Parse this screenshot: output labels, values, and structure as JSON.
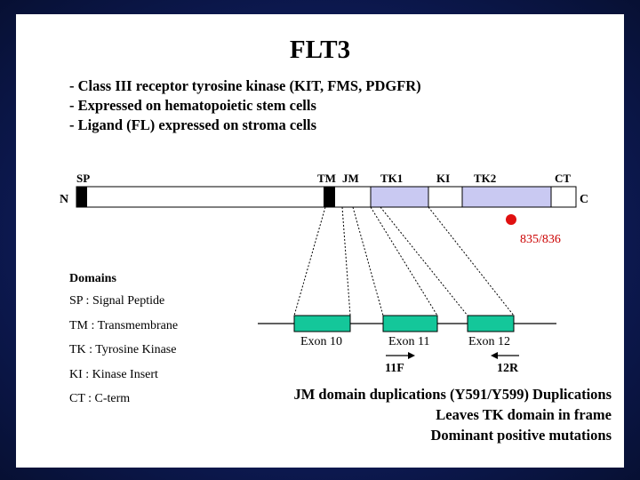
{
  "title": "FLT3",
  "bullets": [
    "- Class III receptor tyrosine kinase (KIT, FMS, PDGFR)",
    "- Expressed on hematopoietic stem cells",
    "- Ligand (FL) expressed on stroma cells"
  ],
  "protein": {
    "n_label": "N",
    "c_label": "C",
    "segments": {
      "sp": "SP",
      "tm": "TM",
      "jm": "JM",
      "tk1": "TK1",
      "ki": "KI",
      "tk2": "TK2",
      "ct": "CT"
    },
    "mutation_label": "835/836"
  },
  "gene": {
    "exons": [
      "Exon 10",
      "Exon 11",
      "Exon 12"
    ],
    "primers": {
      "forward": "11F",
      "reverse": "12R"
    }
  },
  "domains": {
    "header": "Domains",
    "items": [
      "SP  : Signal Peptide",
      "TM : Transmembrane",
      "TK : Tyrosine Kinase",
      "KI : Kinase Insert",
      "CT : C-term"
    ]
  },
  "summary": [
    "JM domain duplications (Y591/Y599) Duplications",
    "Leaves TK domain in frame",
    "Dominant positive mutations"
  ],
  "colors": {
    "tk_fill": "#c9c9f2",
    "exon_fill": "#14c79a",
    "mutation_dot": "#e01010",
    "mutation_text": "#cc0000",
    "background": "#0d1a55"
  }
}
